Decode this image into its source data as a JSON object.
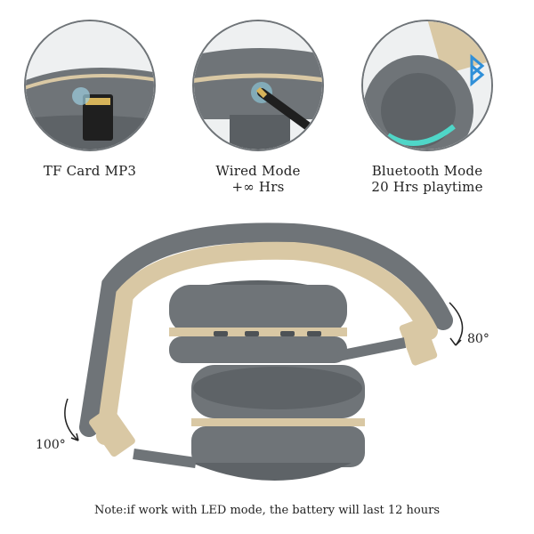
{
  "features": [
    {
      "line1": "TF Card MP3",
      "line2": ""
    },
    {
      "line1": "Wired Mode",
      "line2": "+∞ Hrs"
    },
    {
      "line1": "Bluetooth Mode",
      "line2": "20 Hrs playtime"
    }
  ],
  "angles": {
    "right": "80°",
    "left": "100°"
  },
  "note": "Note:if work with LED mode, the battery will last 12 hours",
  "colors": {
    "gray": "#6f7478",
    "gold": "#d9c8a4",
    "accent_led": "#4fd6c8",
    "bluetooth": "#2f8fd8"
  },
  "icons": [
    "tf-card-icon",
    "aux-jack-icon",
    "bluetooth-icon"
  ]
}
